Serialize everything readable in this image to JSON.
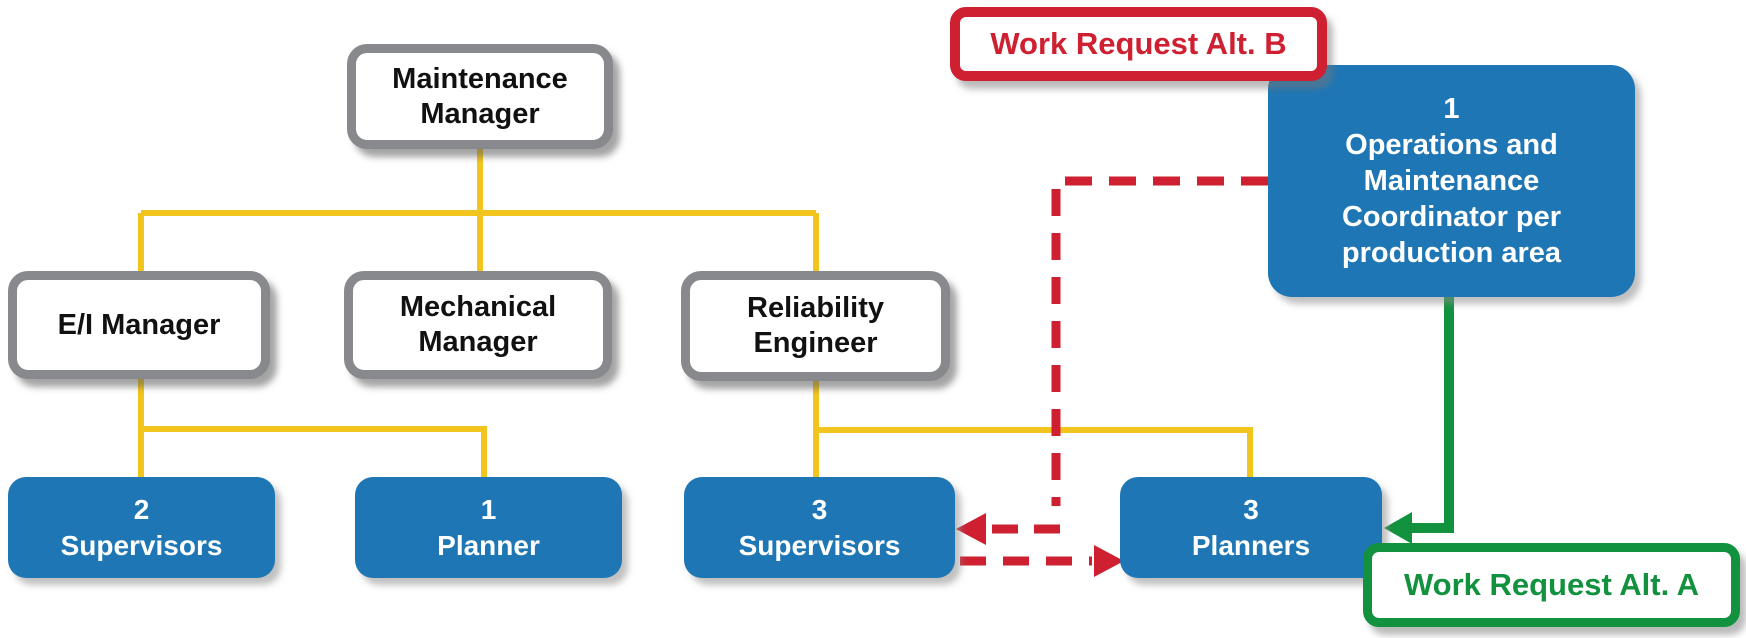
{
  "palette": {
    "node_blue": "#1e76b5",
    "connector_yellow": "#f2c41e",
    "flow_red": "#ce2031",
    "flow_green": "#12913f",
    "node_border_gray": "#87898c",
    "text_black": "#111111",
    "text_white": "#ffffff"
  },
  "org_chart": {
    "nodes": {
      "maintenance_manager": {
        "label": "Maintenance Manager"
      },
      "ei_manager": {
        "label": "E/I Manager"
      },
      "mechanical_manager": {
        "label": "Mechanical Manager"
      },
      "reliability_engineer": {
        "label": "Reliability Engineer"
      },
      "ei_supervisors": {
        "count": "2",
        "role": "Supervisors"
      },
      "ei_planner": {
        "count": "1",
        "role": "Planner"
      },
      "rel_supervisors": {
        "count": "3",
        "role": "Supervisors"
      },
      "rel_planners": {
        "count": "3",
        "role": "Planners"
      },
      "om_coordinator": {
        "count": "1",
        "role": "Operations and Maintenance Coordinator per production area"
      }
    },
    "flow_labels": {
      "alt_b": {
        "label": "Work Request Alt. B"
      },
      "alt_a": {
        "label": "Work Request Alt. A"
      }
    }
  }
}
